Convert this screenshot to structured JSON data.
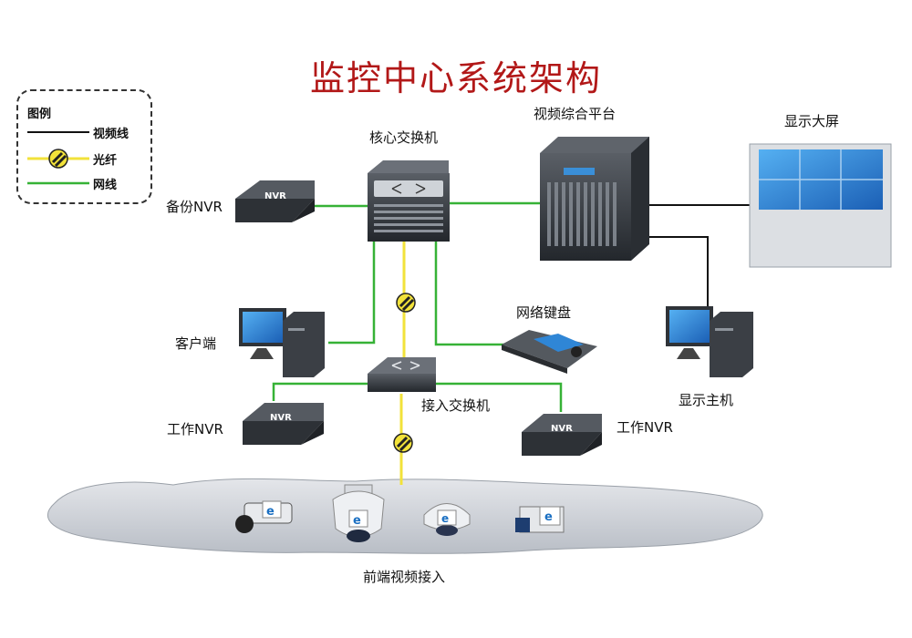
{
  "title": "监控中心系统架构",
  "legend": {
    "title": "图例",
    "items": [
      {
        "label": "视频线",
        "color": "#111111"
      },
      {
        "label": "光纤",
        "color": "#f2e23a"
      },
      {
        "label": "网线",
        "color": "#36b236"
      }
    ]
  },
  "nodes": {
    "core_switch": "核心交换机",
    "video_platform": "视频综合平台",
    "big_screen": "显示大屏",
    "backup_nvr": "备份NVR",
    "client": "客户端",
    "network_keyboard": "网络键盘",
    "display_host": "显示主机",
    "access_switch": "接入交换机",
    "work_nvr_left": "工作NVR",
    "work_nvr_right": "工作NVR",
    "front_video": "前端视频接入"
  },
  "nvr_text": "NVR",
  "colors": {
    "title": "#b21818",
    "video_line": "#111111",
    "fiber_line": "#f2e23a",
    "network_line": "#36b236",
    "screen_blue": "#2f86d6"
  }
}
